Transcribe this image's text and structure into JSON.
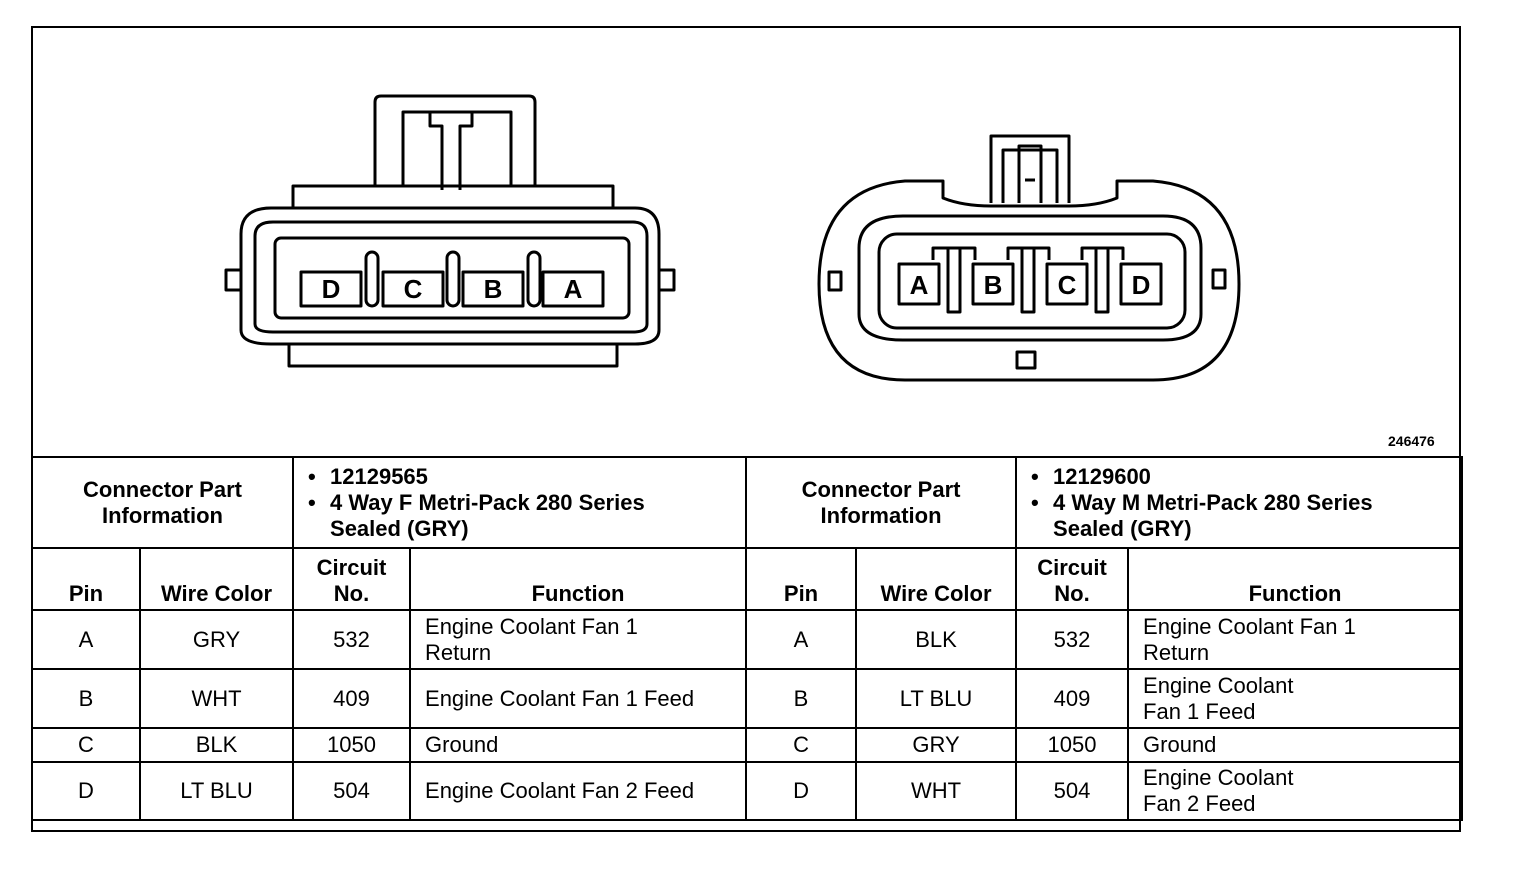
{
  "figure_id": "246476",
  "left_connector": {
    "part_info_label": [
      "Connector Part",
      "Information"
    ],
    "part_number": "12129565",
    "description": [
      "4 Way F Metri-Pack 280 Series",
      "Sealed (GRY)"
    ],
    "pin_labels": [
      "D",
      "C",
      "B",
      "A"
    ]
  },
  "right_connector": {
    "part_info_label": [
      "Connector Part",
      "Information"
    ],
    "part_number": "12129600",
    "description": [
      "4 Way M Metri-Pack 280 Series",
      "Sealed (GRY)"
    ],
    "pin_labels": [
      "A",
      "B",
      "C",
      "D"
    ]
  },
  "columns": {
    "pin": "Pin",
    "wire_color": "Wire Color",
    "circuit": [
      "Circuit",
      "No."
    ],
    "function": "Function"
  },
  "left_rows": [
    {
      "pin": "A",
      "wire": "GRY",
      "circuit": "532",
      "function": [
        "Engine Coolant Fan 1",
        "Return"
      ]
    },
    {
      "pin": "B",
      "wire": "WHT",
      "circuit": "409",
      "function": [
        "Engine Coolant Fan 1 Feed"
      ]
    },
    {
      "pin": "C",
      "wire": "BLK",
      "circuit": "1050",
      "function": [
        "Ground"
      ]
    },
    {
      "pin": "D",
      "wire": "LT BLU",
      "circuit": "504",
      "function": [
        "Engine Coolant Fan 2 Feed"
      ]
    }
  ],
  "right_rows": [
    {
      "pin": "A",
      "wire": "BLK",
      "circuit": "532",
      "function": [
        "Engine Coolant Fan 1",
        "Return"
      ]
    },
    {
      "pin": "B",
      "wire": "LT BLU",
      "circuit": "409",
      "function": [
        "Engine Coolant",
        "Fan 1 Feed"
      ]
    },
    {
      "pin": "C",
      "wire": "GRY",
      "circuit": "1050",
      "function": [
        "Ground"
      ]
    },
    {
      "pin": "D",
      "wire": "WHT",
      "circuit": "504",
      "function": [
        "Engine Coolant",
        "Fan 2 Feed"
      ]
    }
  ]
}
